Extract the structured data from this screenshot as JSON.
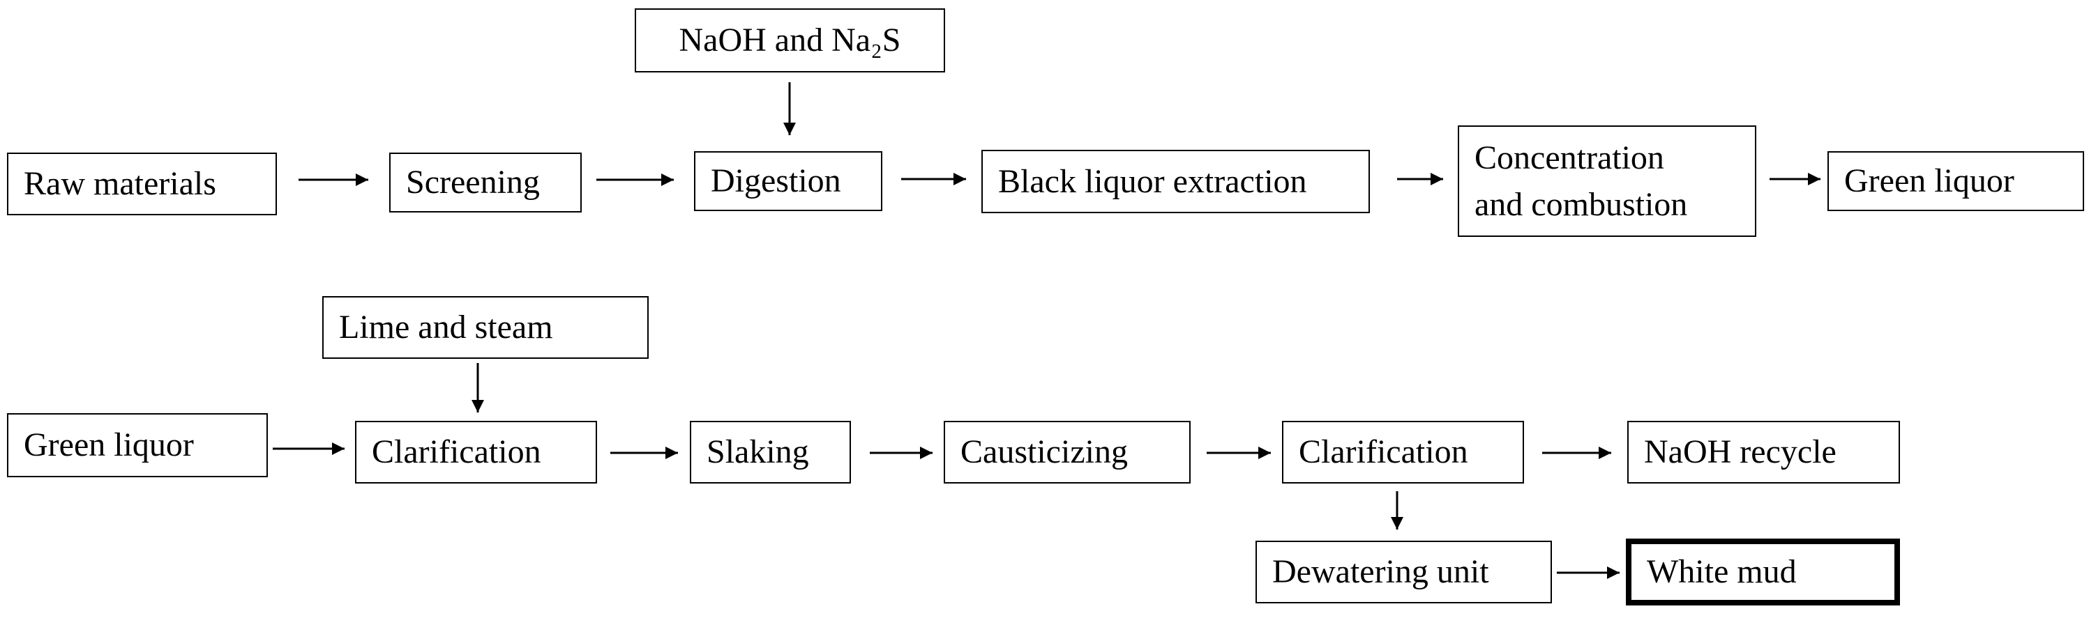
{
  "row1": {
    "naoh_na2s": "NaOH and Na₂S",
    "raw_materials": "Raw materials",
    "screening": "Screening",
    "digestion": "Digestion",
    "black_liquor_extraction": "Black liquor extraction",
    "concentration_combustion": "Concentration\nand combustion",
    "green_liquor": "Green liquor"
  },
  "row2": {
    "lime_steam": "Lime and steam",
    "green_liquor": "Green liquor",
    "clarification_1": "Clarification",
    "slaking": "Slaking",
    "causticizing": "Causticizing",
    "clarification_2": "Clarification",
    "naoh_recycle": "NaOH recycle",
    "dewatering_unit": "Dewatering unit",
    "white_mud": "White mud"
  }
}
